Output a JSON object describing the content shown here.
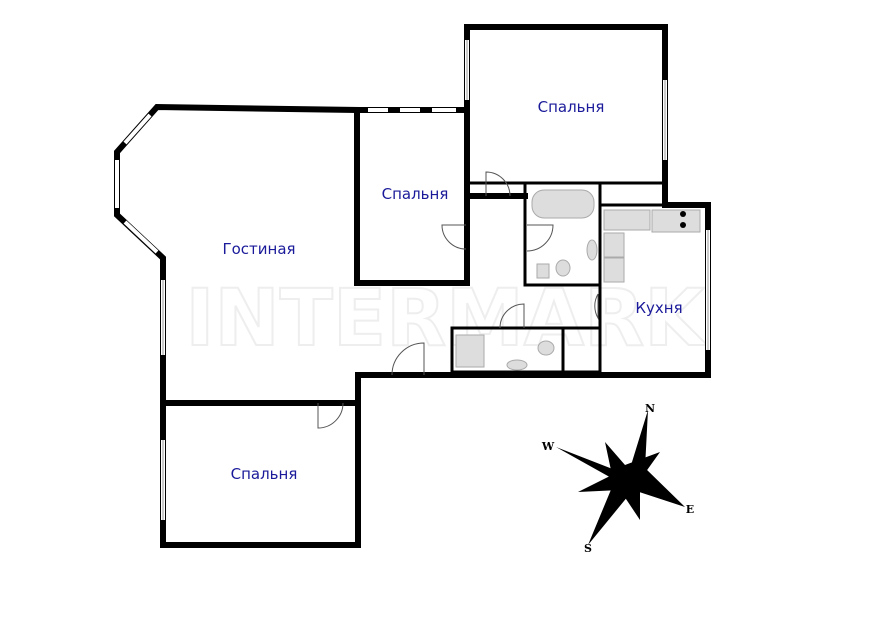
{
  "plan": {
    "watermark": "INTERMARK",
    "rooms": [
      {
        "id": "living",
        "label": "Гостиная"
      },
      {
        "id": "bedroom-middle",
        "label": "Спальня"
      },
      {
        "id": "bedroom-top",
        "label": "Спальня"
      },
      {
        "id": "kitchen",
        "label": "Кухня"
      },
      {
        "id": "bedroom-bottom",
        "label": "Спальня"
      }
    ],
    "compass": {
      "n": "N",
      "w": "W",
      "e": "E",
      "s": "S"
    },
    "colors": {
      "label": "#1a1a9a",
      "wall": "#000000"
    }
  }
}
